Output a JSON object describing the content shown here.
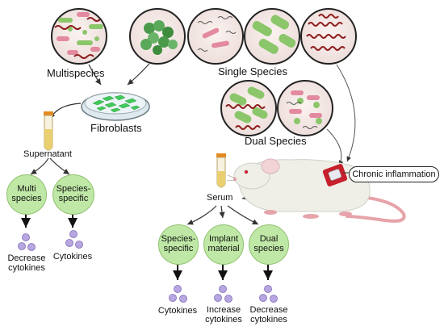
{
  "labels": {
    "multispecies": "Multispecies",
    "single_species": "Single Species",
    "dual_species_top": "Dual Species",
    "fibroblasts": "Fibroblasts",
    "supernatant": "Supernatant",
    "serum": "Serum",
    "chronic_inflammation": "Chronic inflammation"
  },
  "left_branch": {
    "nodes": [
      {
        "label": "Multi species",
        "result": "Decrease cytokines"
      },
      {
        "label": "Species-specific",
        "result": "Cytokines"
      }
    ]
  },
  "right_branch": {
    "nodes": [
      {
        "label": "Species-specific",
        "result": "Cytokines"
      },
      {
        "label": "Implant material",
        "result": "Increase cytokines"
      },
      {
        "label": "Dual species",
        "result": "Decrease cytokines"
      }
    ]
  },
  "colors": {
    "bacteria_green": "#8cc66a",
    "bacteria_pink": "#e38aa0",
    "spiral_red": "#8e1e1e",
    "node_green": "#bfe8a6",
    "cytokine_purple": "#b7a6e0",
    "petri_cells": "#41c95a",
    "mouse_body": "#efefe8"
  },
  "icons": [
    "petri-dish-icon",
    "test-tube-icon",
    "mouse-icon",
    "implant-icon",
    "cytokine-icon"
  ]
}
